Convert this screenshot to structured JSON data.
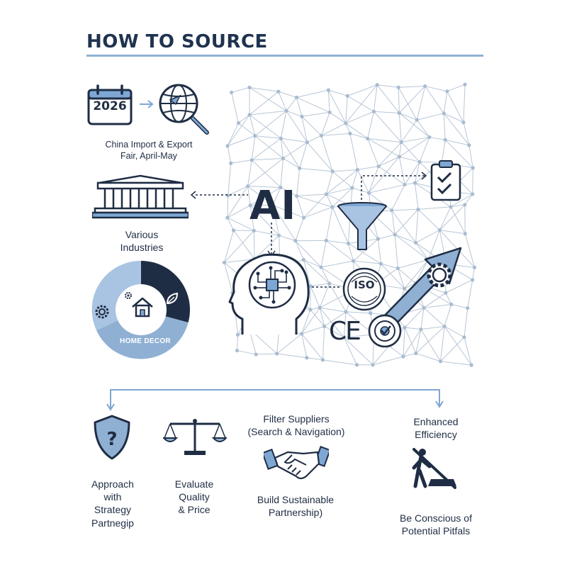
{
  "header": {
    "title": "HOW TO SOURCE"
  },
  "calendar": {
    "year": "2026"
  },
  "fair": {
    "line1": "China Import & Export",
    "line2": "Fair, April-May"
  },
  "industries": {
    "line1": "Various",
    "line2": "Industries"
  },
  "pie": {
    "segment_label": "HOME DECOR"
  },
  "center": {
    "ai_label": "AI",
    "iso_label": "ISO",
    "ce_label": "CE"
  },
  "steps": {
    "approach": {
      "line1": "Approach",
      "line2": "with",
      "line3": "Strategy",
      "line4": "Partnegip"
    },
    "evaluate": {
      "line1": "Evaluate",
      "line2": "Quality",
      "line3": "& Price"
    },
    "filter": {
      "line1": "Filter Suppliers",
      "line2": "(Search & Navigation)"
    },
    "build": {
      "line1": "Build Sustainable",
      "line2": "Partnership)"
    },
    "efficiency": {
      "line1": "Enhanced",
      "line2": "Efficiency"
    },
    "pitfalls": {
      "line1": "Be Conscious of",
      "line2": "Potential Pitfals"
    }
  },
  "colors": {
    "navy": "#1f2d44",
    "accent": "#7ea7d4",
    "light_blue": "#a9c4e2",
    "network": "#b8c6d6"
  }
}
